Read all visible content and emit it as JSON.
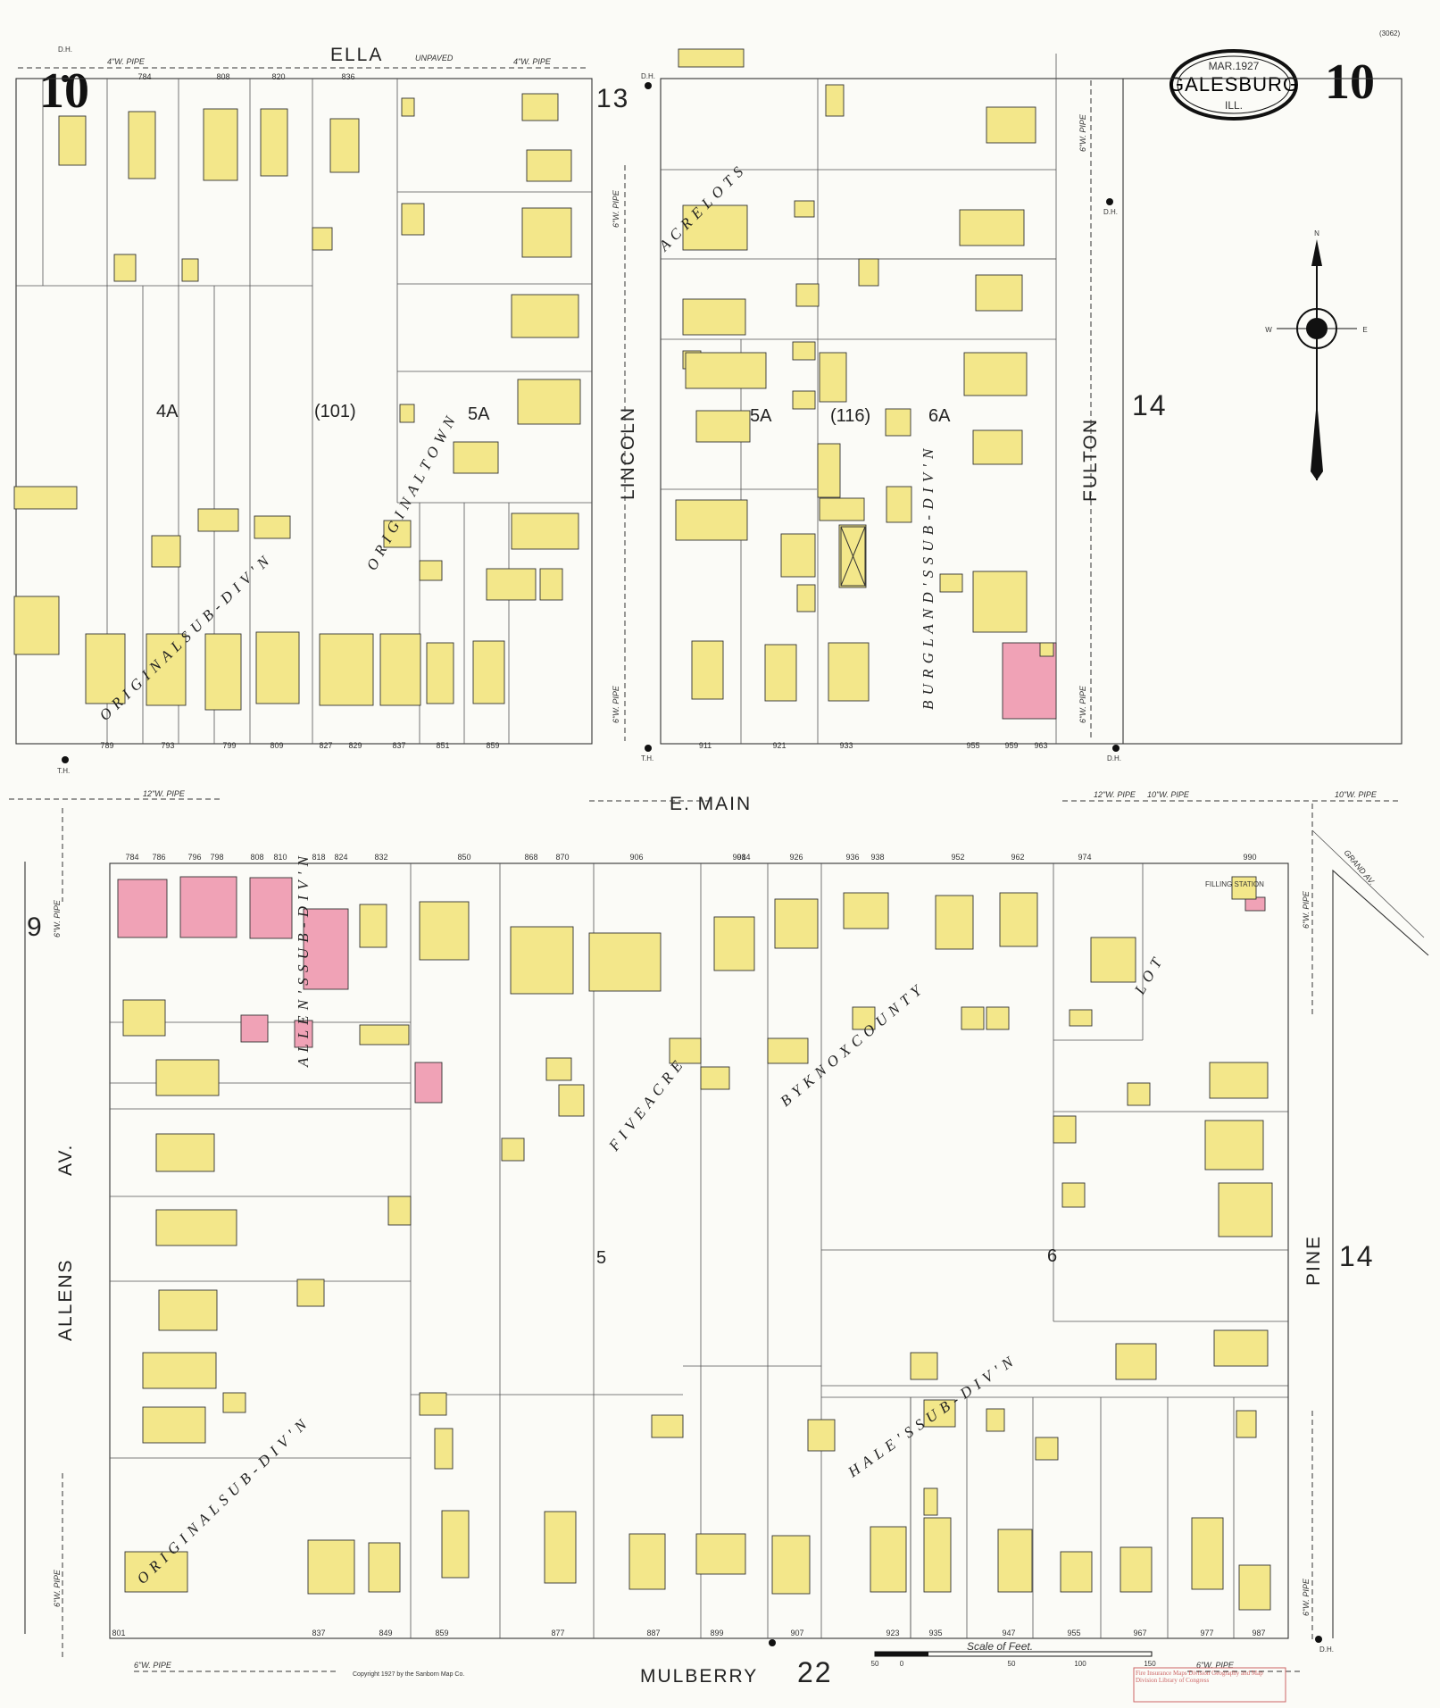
{
  "header": {
    "sheet_number": "10",
    "sheet_code": "(3062)",
    "date": "MAR.1927",
    "city": "GALESBURG",
    "state": "ILL."
  },
  "streets": {
    "ella": "ELLA",
    "ella_note": "UNPAVED",
    "e_main": "E. MAIN",
    "mulberry": "MULBERRY",
    "lincoln": "LINCOLN",
    "fulton": "FULTON",
    "allens": "ALLENS",
    "allens_suffix": "AV.",
    "pine": "PINE",
    "grand": "GRAND AV."
  },
  "pipes": {
    "ella": "4\"W. PIPE",
    "ella2": "4\"W. PIPE",
    "lincoln": "6\"W. PIPE",
    "lincoln2": "6\"W. PIPE",
    "fulton": "6\"W. PIPE",
    "fulton2": "6\"W. PIPE",
    "main1": "12\"W. PIPE",
    "main2": "12\"W. PIPE",
    "main3": "10\"W. PIPE",
    "main4": "10\"W. PIPE",
    "allens": "6\"W. PIPE",
    "allens2": "6\"W. PIPE",
    "pine": "6\"W. PIPE",
    "pine2": "6\"W. PIPE",
    "mulberry": "6\"W. PIPE",
    "mulberry2": "6\"W. PIPE"
  },
  "adjacent_sheets": {
    "top_center": "13",
    "right_upper": "14",
    "right_lower": "14",
    "left": "9",
    "bottom": "22"
  },
  "blocks": {
    "b4a": "4A",
    "b101": "(101)",
    "b5a_left": "5A",
    "b5a_right": "5A",
    "b116": "(116)",
    "b6a": "6A",
    "b5": "5",
    "b6": "6"
  },
  "subdivisions": {
    "orig_sub": "O R I G I N A L  S U B - D I V ' N",
    "original_town": "O R I G I N A L  T O W N",
    "acre_lots": "A C R E   L O T S",
    "burglands": "B U R G L A N D ' S   S U B - D I V ' N",
    "allens_sub": "A L L E N ' S   S U B - D I V ' N",
    "five_acre": "F I V E   A C R E",
    "by_knox": "B Y   K N O X   C O U N T Y",
    "original_sub_divn": "O R I G I N A L   S U B - D I V ' N",
    "hales": "H A L E ' S   S U B - D I V ' N",
    "lot": "L O T",
    "orig_o": "O",
    "orig_r": "R"
  },
  "labels": {
    "filling_station": "FILLING STATION",
    "scale": "Scale of Feet.",
    "copyright": "Copyright 1927 by the Sanborn Map Co.",
    "stamp": "Fire Insurance Maps Division Geography and Map Division Library of Congress",
    "dh": "D.H.",
    "th": "T.H."
  },
  "addresses": {
    "ella": [
      "784",
      "808",
      "820",
      "836"
    ],
    "north_main": [
      "789",
      "793",
      "799",
      "809",
      "827",
      "829",
      "837",
      "851",
      "859",
      "911",
      "921",
      "933",
      "955",
      "959",
      "963"
    ],
    "south_main": [
      "784",
      "786",
      "796",
      "798",
      "808",
      "810",
      "818",
      "824",
      "832",
      "850",
      "868",
      "870",
      "906",
      "908",
      "914",
      "926",
      "936",
      "938",
      "952",
      "962",
      "974",
      "990"
    ],
    "mulberry": [
      "801",
      "837",
      "849",
      "859",
      "877",
      "887",
      "899",
      "907",
      "923",
      "935",
      "947",
      "955",
      "967",
      "977",
      "987"
    ]
  },
  "scale_ticks": [
    "50",
    "0",
    "50",
    "100",
    "150"
  ]
}
